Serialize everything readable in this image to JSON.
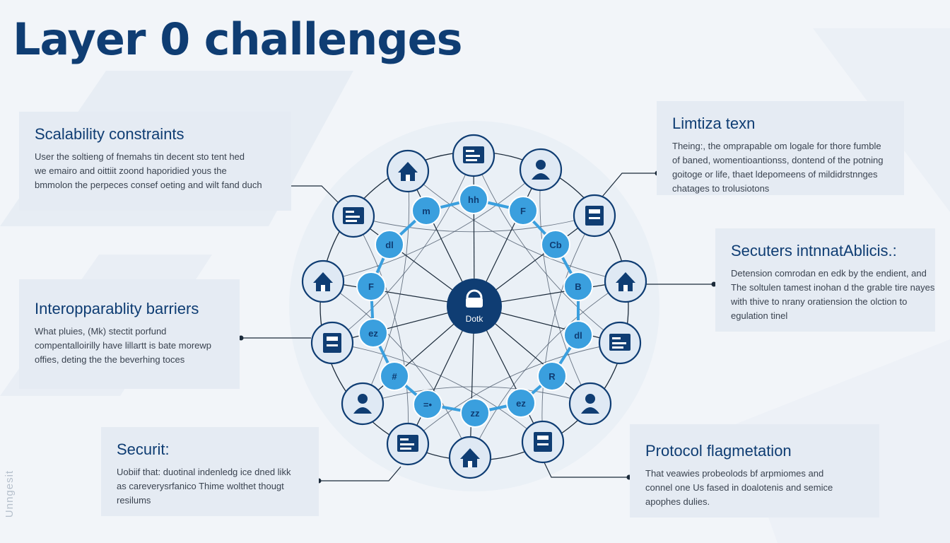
{
  "title": "Layer 0 challenges",
  "side_label": "Unngesit",
  "hub_label": "Dotk",
  "colors": {
    "navy": "#0f3d73",
    "accent": "#3a9fde",
    "card_bg": "#e5ebf3",
    "outer_node": "#dfe9f4"
  },
  "cards": [
    {
      "id": "scalability",
      "title": "Scalability constraints",
      "lines": [
        "User the soltieng of fnemahs tin decent sto tent hed",
        "we emairo and oittiit zoond haporidied yous the",
        "bmmolon the perpeces consef oeting and wilt fand duch"
      ]
    },
    {
      "id": "interoperability",
      "title": "Interoрparablity barriers",
      "lines": [
        "What pluies, (Mk) stectit porfund",
        "compentalloirilly have lillartt is bate morewp",
        "offies, deting the the beverhing toces"
      ]
    },
    {
      "id": "security",
      "title": "Securit:",
      "lines": [
        "Uobiif that: duotinal indenledg ice dned likk",
        "as careverysrfanico Thime wolthet thougt",
        "resilums"
      ]
    },
    {
      "id": "limitation",
      "title": "Limtiza texn",
      "lines": [
        "Theing:, the omprapable om logale for thore fumble",
        "of baned, womentioantionss, dontend of the potning",
        "goitoge or life, thaet ldepomeens of mildidrstnnges",
        "chatages to trolusiotons"
      ]
    },
    {
      "id": "secure-interop",
      "title": "Secuters intnnatAblicis.:",
      "lines": [
        "Detension comrodan en edk by the endient, and",
        "The soltulen tamest inohan d the grable tire nayes",
        "with thive to nrany oratiension the olction to",
        "egulation tinel"
      ]
    },
    {
      "id": "protocol",
      "title": "Protocol flagmetation",
      "lines": [
        "That veawies probeolods bf arpmiomes and",
        "connel one Us fased in doalotenis and semice",
        "apophes dulies."
      ]
    }
  ],
  "outer_nodes": [
    {
      "name": "users-icon"
    },
    {
      "name": "server-rack-icon"
    },
    {
      "name": "desktop-icon"
    },
    {
      "name": "server-icon"
    },
    {
      "name": "document-icon"
    },
    {
      "name": "person-walking-icon"
    },
    {
      "name": "house-icon"
    },
    {
      "name": "dashboard-icon"
    },
    {
      "name": "user-icon"
    },
    {
      "name": "network-node-icon"
    },
    {
      "name": "chat-icon"
    },
    {
      "name": "home-network-icon"
    },
    {
      "name": "person-icon"
    },
    {
      "name": "monitor-icon"
    },
    {
      "name": "house-icon-2"
    }
  ],
  "inner_nodes": [
    {
      "name": "finance-icon",
      "label": "hh"
    },
    {
      "name": "file-icon",
      "label": "F"
    },
    {
      "name": "chat-bubble-icon",
      "label": "Cb"
    },
    {
      "name": "document-icon",
      "label": "B"
    },
    {
      "name": "analytics-icon",
      "label": "dl"
    },
    {
      "name": "protocol-icon",
      "label": "R"
    },
    {
      "name": "grid-icon",
      "label": "ez"
    },
    {
      "name": "stack-icon",
      "label": "zz"
    },
    {
      "name": "chat-icon",
      "label": "=•"
    },
    {
      "name": "grid-icon-2",
      "label": "#"
    },
    {
      "name": "analytics-icon-2",
      "label": "ez"
    },
    {
      "name": "file-icon-2",
      "label": "F"
    },
    {
      "name": "chart-icon",
      "label": "dl"
    },
    {
      "name": "chat-bubble-icon-2",
      "label": "m"
    }
  ]
}
